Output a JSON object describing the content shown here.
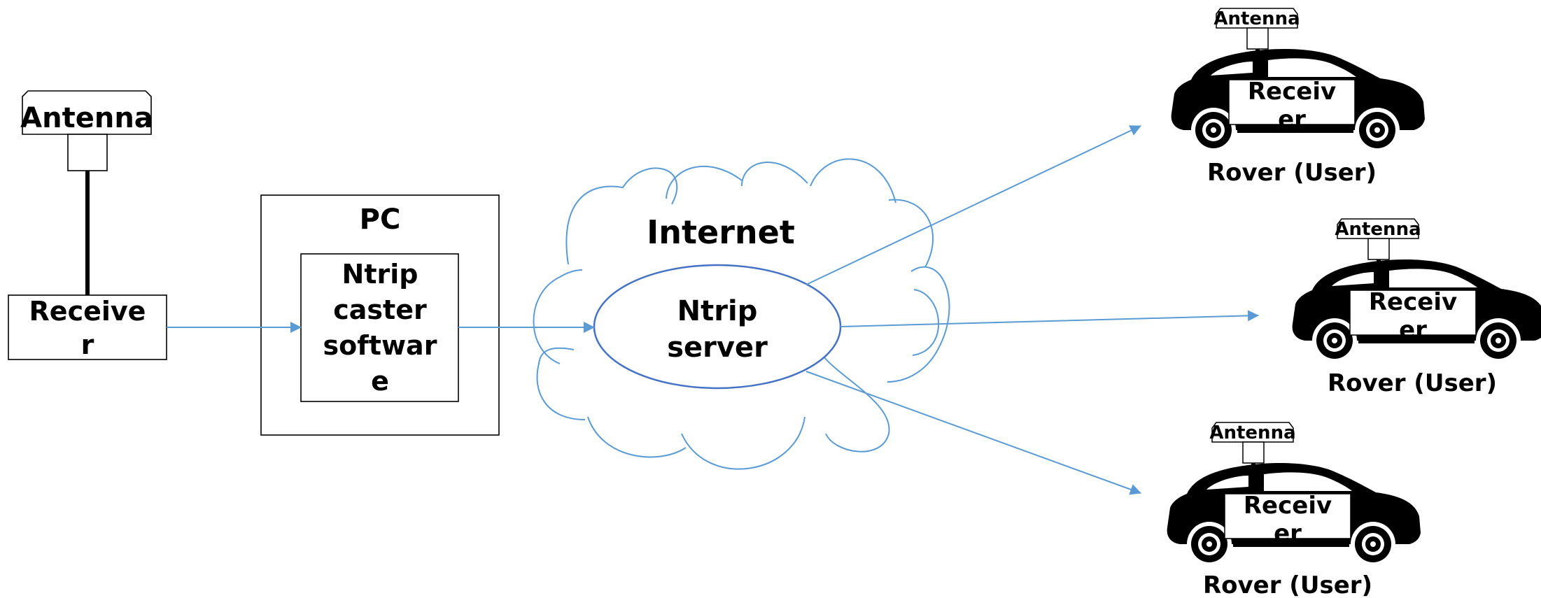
{
  "base": {
    "antenna_label": "Antenna",
    "receiver_line1": "Receive",
    "receiver_line2": "r"
  },
  "pc": {
    "title": "PC",
    "caster_line1": "Ntrip",
    "caster_line2": "caster",
    "caster_line3": "softwar",
    "caster_line4": "e"
  },
  "network": {
    "cloud_label": "Internet",
    "server_line1": "Ntrip",
    "server_line2": "server"
  },
  "rovers": [
    {
      "antenna_label": "Antenna",
      "receiver_line1": "Receiv",
      "receiver_line2": "er",
      "caption": "Rover (User)"
    },
    {
      "antenna_label": "Antenna",
      "receiver_line1": "Receiv",
      "receiver_line2": "er",
      "caption": "Rover (User)"
    },
    {
      "antenna_label": "Antenna",
      "receiver_line1": "Receiv",
      "receiver_line2": "er",
      "caption": "Rover (User)"
    }
  ],
  "colors": {
    "arrow": "#5b9bd5",
    "ellipse": "#4472c4",
    "outline": "#000000"
  }
}
